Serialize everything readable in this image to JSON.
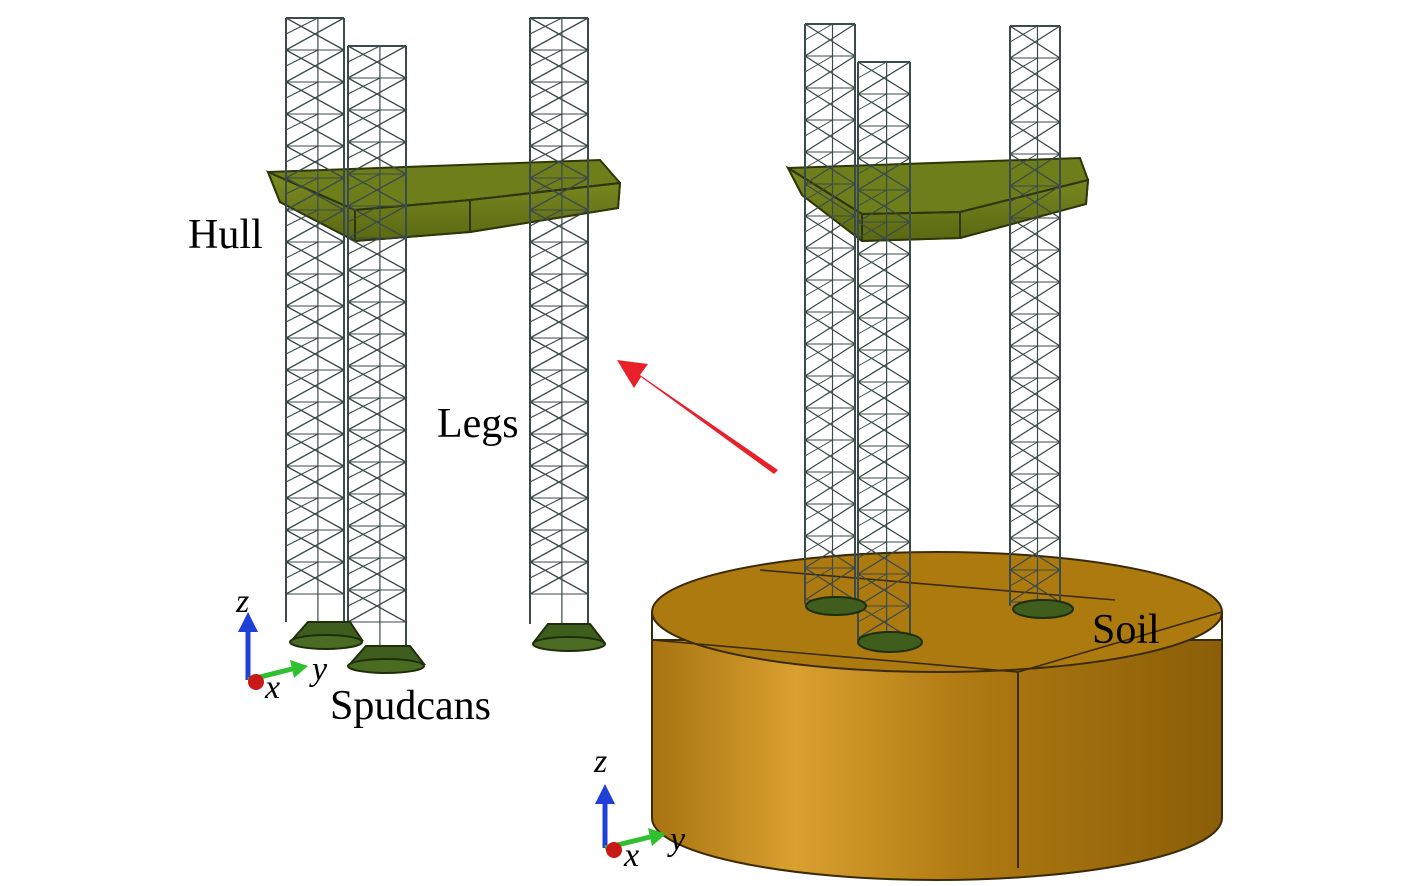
{
  "labels": {
    "hull": "Hull",
    "legs": "Legs",
    "spudcans": "Spudcans",
    "soil": "Soil"
  },
  "axes": {
    "z": "z",
    "x": "x",
    "y": "y"
  },
  "colors": {
    "hull_top": "#6f7f1a",
    "hull_side": "#5b6912",
    "lattice": "#3b4a4a",
    "spudcan": "#3f5e1e",
    "soil_top": "#b8860b",
    "soil_side": "#c8901a",
    "arrow": "#e8202a",
    "axis_z": "#1f3fd6",
    "axis_y": "#2fbf2f",
    "axis_x": "#c81818"
  }
}
